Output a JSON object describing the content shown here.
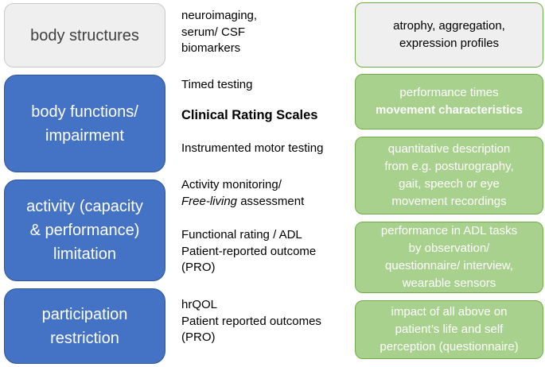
{
  "left": {
    "body_structures": "body structures",
    "body_functions_l1": "body functions/",
    "body_functions_l2": "impairment",
    "activity_l1": "activity (capacity",
    "activity_l2": "& performance)",
    "activity_l3": "limitation",
    "participation_l1": "participation",
    "participation_l2": "restriction"
  },
  "middle": {
    "neuro_l1": "neuroimaging,",
    "neuro_l2": "serum/ CSF",
    "neuro_l3": "biomarkers",
    "timed_testing": "Timed testing",
    "clinical_rating": "Clinical Rating Scales",
    "instrumented": "Instrumented motor testing",
    "activity_monitoring": "Activity monitoring/",
    "free_living": "Free-living",
    "assessment": " assessment",
    "functional_rating": "Functional rating / ADL",
    "pro_l1": "Patient-reported outcome",
    "pro_l2": "(PRO)",
    "hrqol": "hrQOL",
    "pro2_l1": "Patient reported outcomes",
    "pro2_l2": "(PRO)"
  },
  "right": {
    "atrophy_l1": "atrophy, aggregation,",
    "atrophy_l2": "expression profiles",
    "perf_l1": "performance times",
    "perf_l2": "movement characteristics",
    "quant_l1": "quantitative description",
    "quant_l2": "from e.g. posturography,",
    "quant_l3": "gait, speech or eye",
    "quant_l4": "movement recordings",
    "adl_l1": "performance in ADL tasks",
    "adl_l2": "by observation/",
    "adl_l3": "questionnaire/ interview,",
    "adl_l4": "wearable sensors",
    "impact_l1": "impact of all above on",
    "impact_l2": "patient’s life and self",
    "impact_l3": "perception (questionnaire)"
  },
  "colors": {
    "blue_box": "#4472c4",
    "grey_box": "#efefef",
    "green_box": "#a9d18e",
    "green_border": "#70ad47"
  }
}
